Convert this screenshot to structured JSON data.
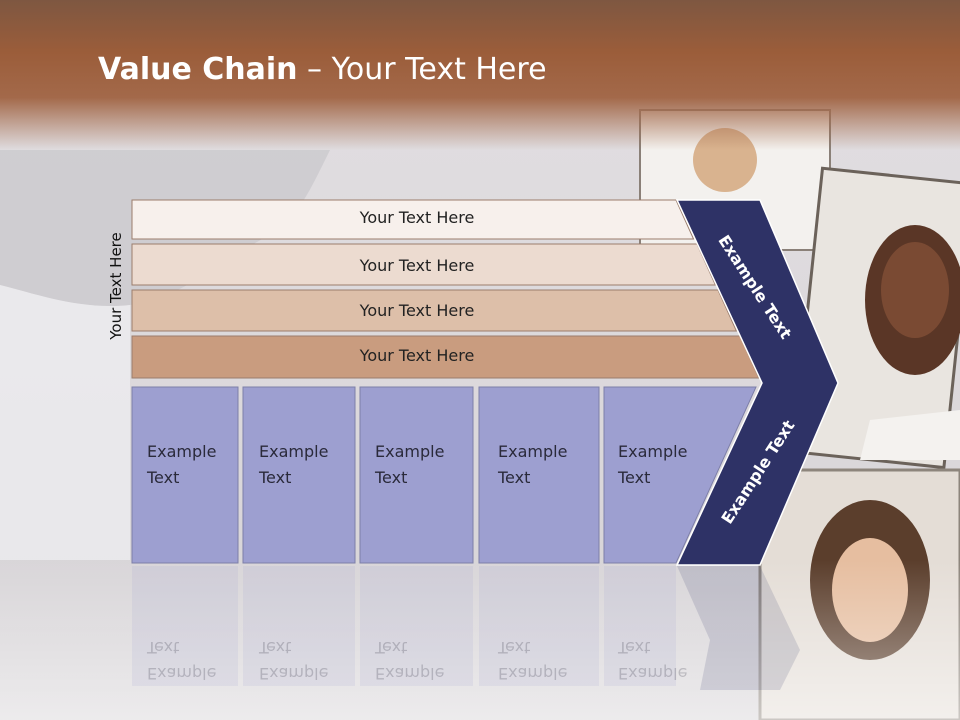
{
  "slide": {
    "title_bold": "Value Chain",
    "title_rest": " – Your Text Here",
    "side_label": "Your Text Here"
  },
  "rows": [
    {
      "label": "Your Text Here",
      "color": "#f7f0ec"
    },
    {
      "label": "Your Text Here",
      "color": "#ecdbd0"
    },
    {
      "label": "Your Text Here",
      "color": "#ddbfa9"
    },
    {
      "label": "Your Text Here",
      "color": "#c99c7f"
    }
  ],
  "cells": [
    {
      "label": "Example\nText"
    },
    {
      "label": "Example\nText"
    },
    {
      "label": "Example\nText"
    },
    {
      "label": "Example\nText"
    },
    {
      "label": "Example\nText"
    }
  ],
  "chevron": {
    "top_label": "Example Text",
    "bottom_label": "Example Text",
    "color": "#2e3266"
  },
  "colors": {
    "cell_fill": "#9d9fd0",
    "title_band": "#9b5d3a"
  }
}
